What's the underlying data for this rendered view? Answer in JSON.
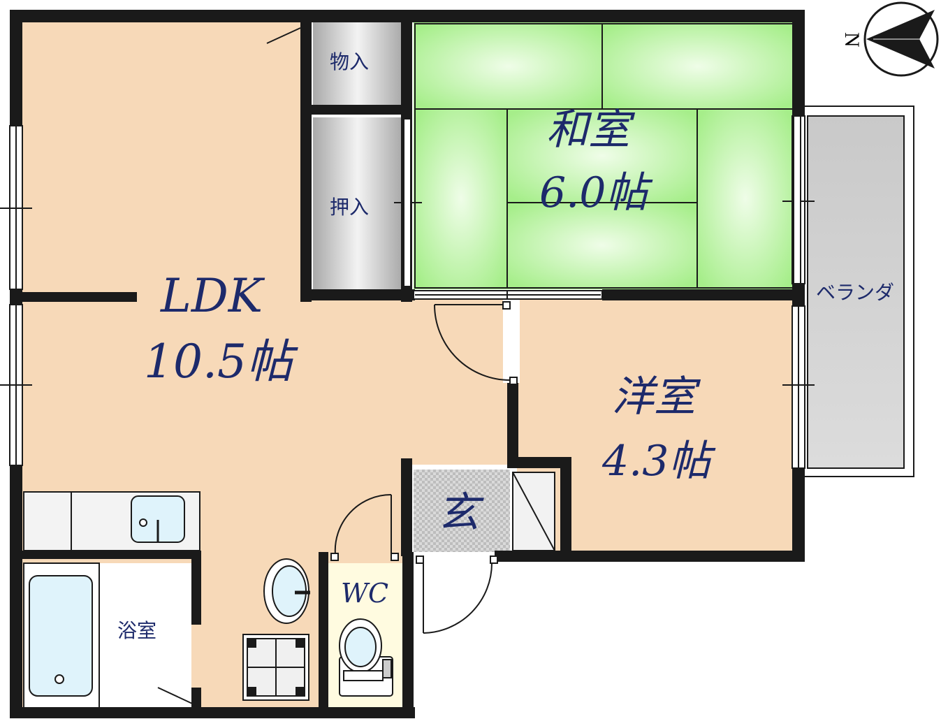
{
  "rooms": {
    "ldk": {
      "name": "LDK",
      "size": "10.5帖"
    },
    "washitsu": {
      "name": "和室",
      "size": "6.0帖"
    },
    "youshitsu": {
      "name": "洋室",
      "size": "4.3帖"
    },
    "monoire": {
      "name": "物入"
    },
    "oshiire": {
      "name": "押入"
    },
    "genkan": {
      "name": "玄"
    },
    "wc": {
      "name": "WC"
    },
    "yokushitsu": {
      "name": "浴室"
    },
    "veranda": {
      "name": "ベランダ"
    }
  },
  "compass": {
    "letter": "N"
  },
  "colors": {
    "wall": "#1a1a1a",
    "floor_wood": "#f7d9b8",
    "tatami": "#a9ef8f",
    "tatami_light": "#e8fbe0",
    "closet": "#bdbdbd",
    "closet_light": "#f4f4f4",
    "veranda": "#c8c8c8",
    "wc_floor": "#fffbe0",
    "bath": "#dff3fb",
    "counter": "#f2f2f2",
    "label": "#1d2a6b"
  }
}
